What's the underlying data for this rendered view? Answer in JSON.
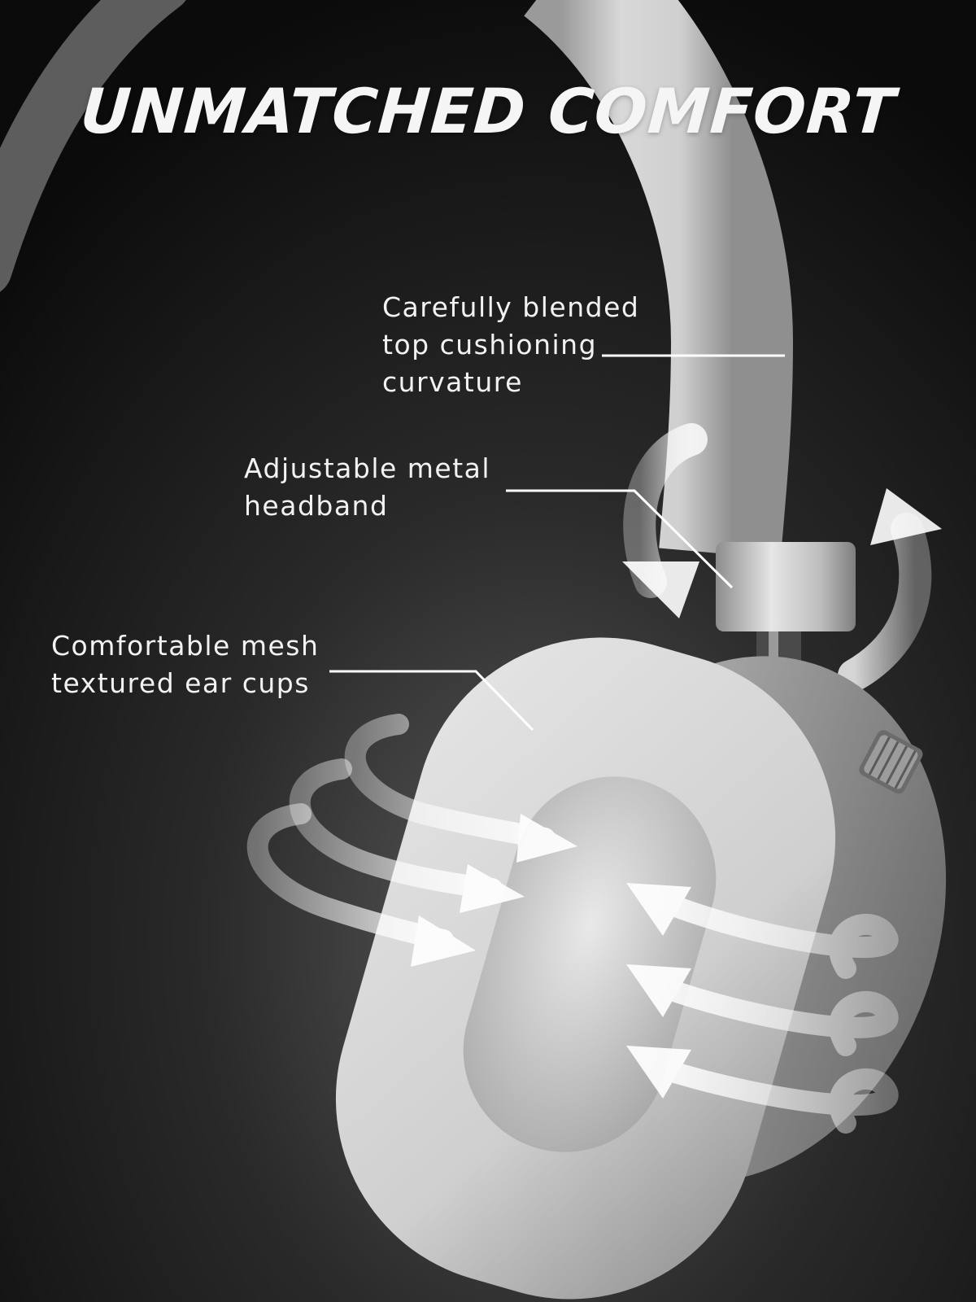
{
  "headline": "UNMATCHED COMFORT",
  "callouts": {
    "top_cushion": {
      "lines": [
        "Carefully blended",
        "top cushioning",
        "curvature"
      ]
    },
    "headband": {
      "lines": [
        "Adjustable metal",
        "headband"
      ]
    },
    "ear_cups": {
      "lines": [
        "Comfortable mesh",
        "textured ear cups"
      ]
    }
  },
  "colors": {
    "background": "#121212",
    "product": "#d9d9d9",
    "text": "#f2f2f2",
    "leader_line": "#ffffff"
  }
}
